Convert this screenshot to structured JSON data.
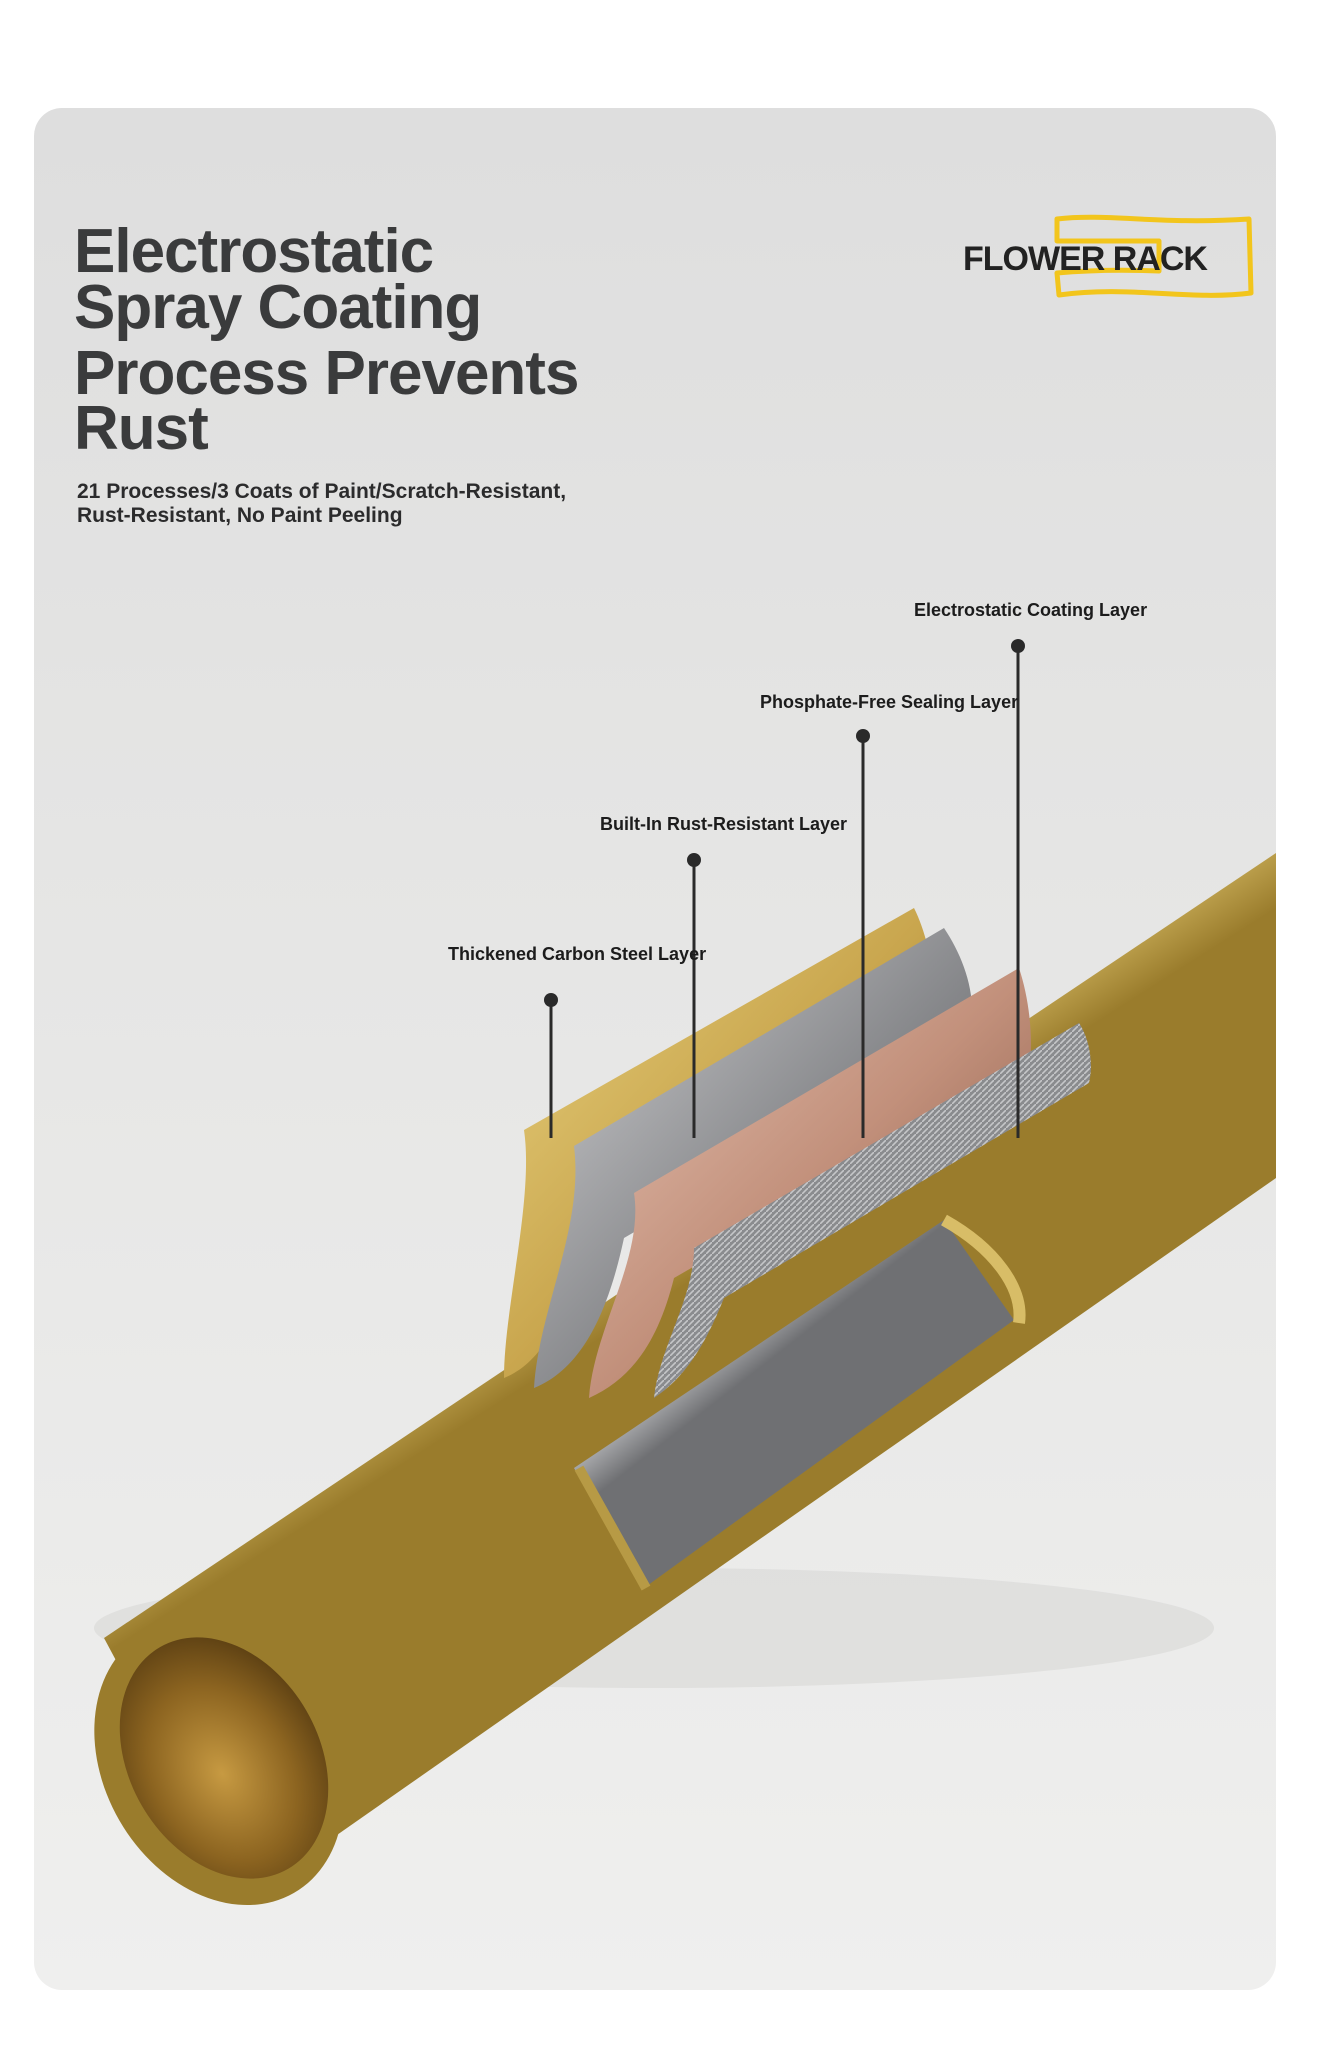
{
  "headline": {
    "line1": "Electrostatic",
    "line2": "Spray Coating",
    "line3": "Process Prevents",
    "line4": "Rust"
  },
  "subtext": {
    "line1": "21 Processes/3 Coats of Paint/Scratch-Resistant,",
    "line2": "Rust-Resistant, No Paint Peeling"
  },
  "brand": {
    "name": "FLOWER RACK",
    "accent_color": "#f2c51c"
  },
  "layers": [
    {
      "label": "Electrostatic Coating Layer"
    },
    {
      "label": "Phosphate-Free Sealing Layer"
    },
    {
      "label": "Built-In Rust-Resistant Layer"
    },
    {
      "label": "Thickened Carbon Steel Layer"
    }
  ],
  "colors": {
    "background": "#e4e4e3",
    "heading": "#3a3b3c",
    "gold": "#c9a94e",
    "copper": "#c99a86",
    "silver": "#b9b9bb"
  }
}
